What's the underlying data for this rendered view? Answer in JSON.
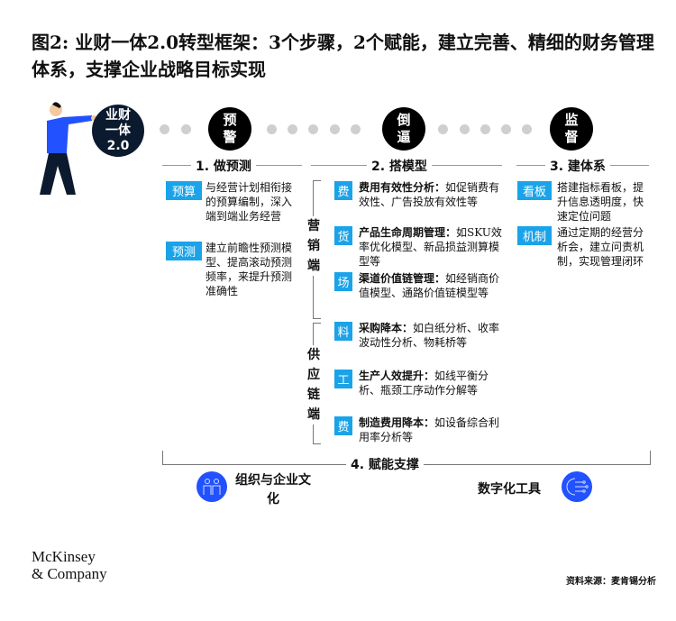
{
  "title": "图2: 业财一体2.0转型框架：3个步骤，2个赋能，建立完善、精细的财务管理体系，支撑企业战略目标实现",
  "hub": {
    "line1": "业财",
    "line2": "一体",
    "line3": "2.0"
  },
  "steps": [
    {
      "circle": [
        "预",
        "警"
      ],
      "header": "1. 做预测"
    },
    {
      "circle": [
        "倒",
        "逼"
      ],
      "header": "2. 搭模型"
    },
    {
      "circle": [
        "监",
        "督"
      ],
      "header": "3. 建体系"
    }
  ],
  "col1": [
    {
      "tag": "预算",
      "text": "与经营计划相衔接的预算编制，深入端到端业务经营"
    },
    {
      "tag": "预测",
      "text": "建立前瞻性预测模型、提高滚动预测频率，来提升预测准确性"
    }
  ],
  "col2": {
    "group1": "营销端",
    "group2": "供应链端",
    "items": [
      {
        "tag": "费",
        "bold": "费用有效性分析：",
        "text": "如促销费有效性、广告投放有效性等"
      },
      {
        "tag": "货",
        "bold": "产品生命周期管理：",
        "text": "如SKU效率优化模型、新品损益测算模型等"
      },
      {
        "tag": "场",
        "bold": "渠道价值链管理：",
        "text": "如经销商价值模型、通路价值链模型等"
      },
      {
        "tag": "料",
        "bold": "采购降本：",
        "text": "如白纸分析、收率波动性分析、物耗桥等"
      },
      {
        "tag": "工",
        "bold": "生产人效提升：",
        "text": "如线平衡分析、瓶颈工序动作分解等"
      },
      {
        "tag": "费",
        "bold": "制造费用降本：",
        "text": "如设备综合利用率分析等"
      }
    ]
  },
  "col3": [
    {
      "tag": "看板",
      "text": "搭建指标看板，提升信息透明度，快速定位问题"
    },
    {
      "tag": "机制",
      "text": "通过定期的经营分析会，建立问责机制，实现管理闭环"
    }
  ],
  "enable": {
    "header": "4. 赋能支撑",
    "left": "组织与企业文化",
    "right": "数字化工具"
  },
  "logo": {
    "line1": "McKinsey",
    "line2": "& Company"
  },
  "source": "资料来源：麦肯锡分析",
  "colors": {
    "tag": "#1aa3e8",
    "accent": "#2251ff",
    "hub": "#0b1a2e"
  }
}
